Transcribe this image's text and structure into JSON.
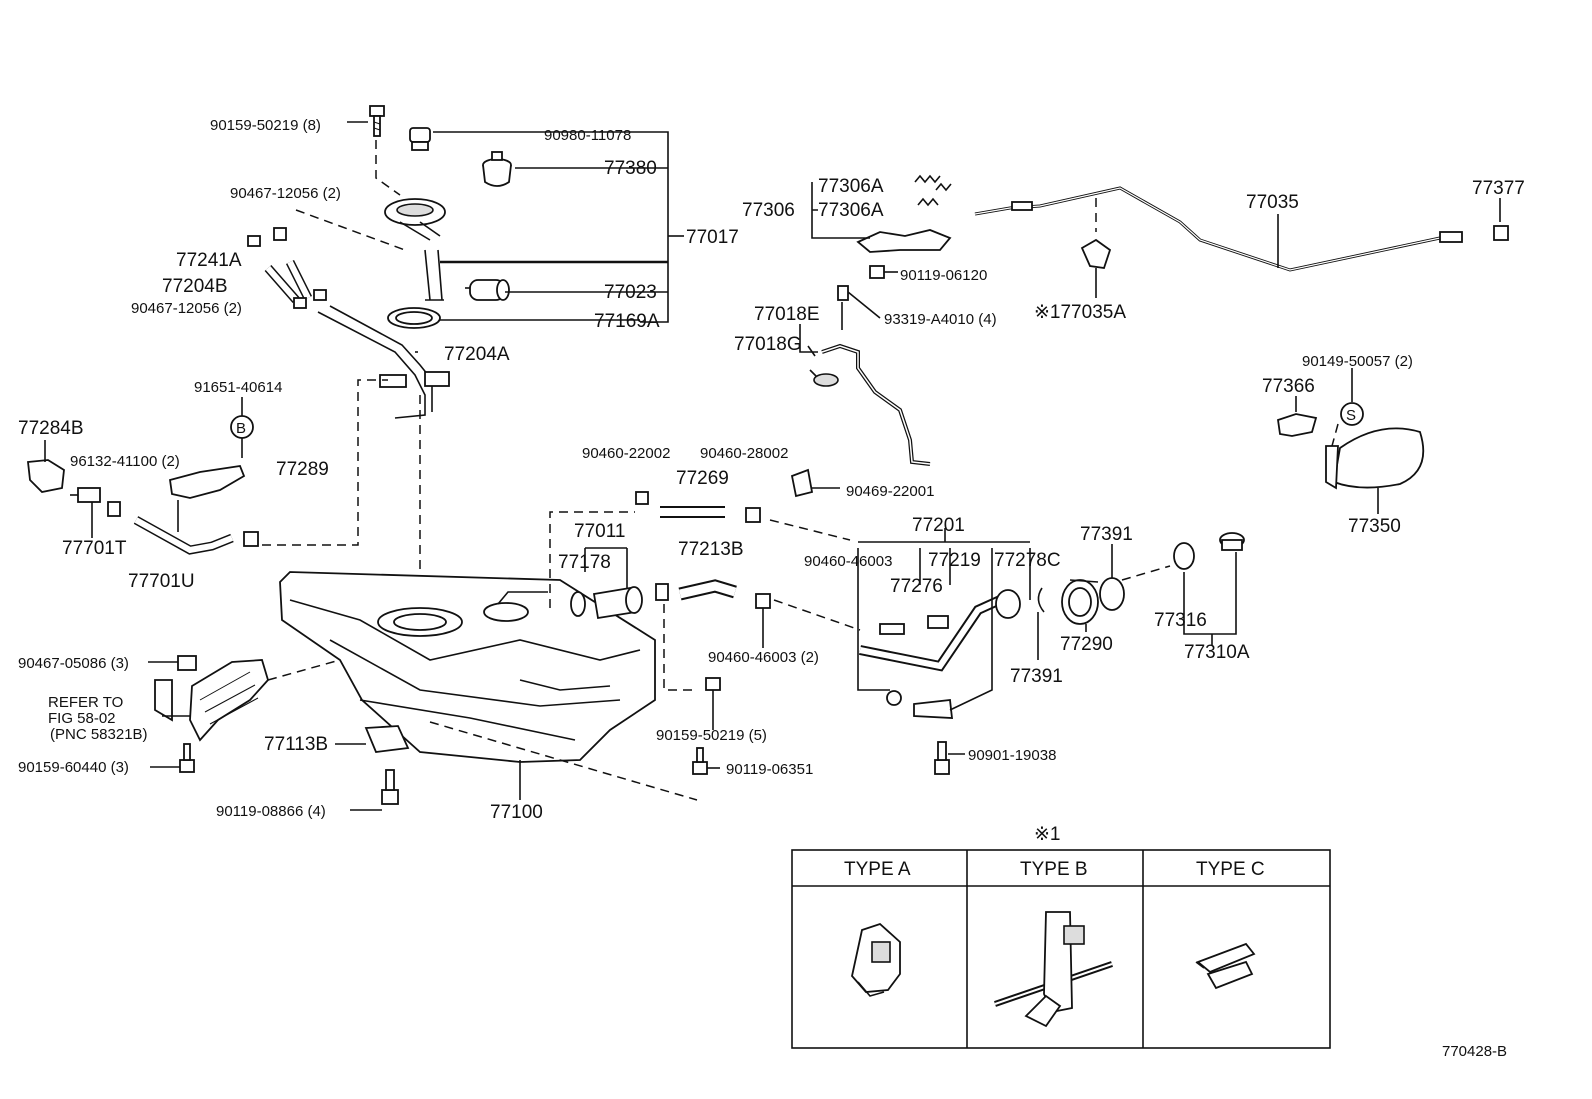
{
  "labels": {
    "p90159_50219_8": "90159-50219 (8)",
    "p90980_11078": "90980-11078",
    "p77380": "77380",
    "p90467_12056_2a": "90467-12056 (2)",
    "p77017": "77017",
    "p77241A": "77241A",
    "p77204B": "77204B",
    "p90467_12056_2b": "90467-12056 (2)",
    "p77023": "77023",
    "p77169A": "77169A",
    "p77204A": "77204A",
    "p91651_40614": "91651-40614",
    "callout_B": "B",
    "p77284B": "77284B",
    "p96132_41100_2": "96132-41100 (2)",
    "p77289": "77289",
    "p77701T": "77701T",
    "p77701U": "77701U",
    "p77306": "77306",
    "p77306A_1": "77306A",
    "p77306A_2": "77306A",
    "p90119_06120": "90119-06120",
    "p77035": "77035",
    "p77377": "77377",
    "p177035A": "※177035A",
    "p93319_A4010_4": "93319-A4010 (4)",
    "p77018E": "77018E",
    "p77018G": "77018G",
    "p90149_50057_2": "90149-50057 (2)",
    "p77366": "77366",
    "callout_S": "S",
    "p77350": "77350",
    "p90460_22002": "90460-22002",
    "p90460_28002": "90460-28002",
    "p77269": "77269",
    "p90469_22001": "90469-22001",
    "p77011": "77011",
    "p77178": "77178",
    "p77213B": "77213B",
    "p77201": "77201",
    "p90460_46003": "90460-46003",
    "p77219": "77219",
    "p77278C": "77278C",
    "p77276": "77276",
    "p77391a": "77391",
    "p77391b": "77391",
    "p77290": "77290",
    "p77316": "77316",
    "p77310A": "77310A",
    "p90460_46003_2": "90460-46003 (2)",
    "p90467_05086_3": "90467-05086 (3)",
    "refer_line1": "REFER TO",
    "refer_line2": "FIG 58-02",
    "refer_line3": "(PNC 58321B)",
    "p90159_60440_3": "90159-60440 (3)",
    "p77113B": "77113B",
    "p90119_08866_4": "90119-08866 (4)",
    "p77100": "77100",
    "p90159_50219_5": "90159-50219 (5)",
    "p90119_06351": "90119-06351",
    "p90901_19038": "90901-19038"
  },
  "type_table": {
    "title": "※1",
    "columns": [
      "TYPE A",
      "TYPE B",
      "TYPE C"
    ]
  },
  "figure_code": "770428-B"
}
